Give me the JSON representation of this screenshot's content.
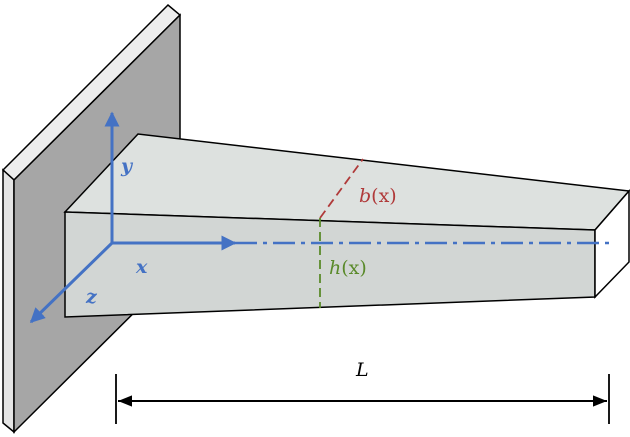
{
  "labels": {
    "y_axis": "y",
    "x_axis": "x",
    "z_axis": "z",
    "width_var": "b",
    "width_arg": "(x)",
    "height_var": "h",
    "height_arg": "(x)",
    "length": "L"
  },
  "colors": {
    "axes": "#4472C4",
    "width_marker": "#B03A3A",
    "height_marker": "#5A8A2A",
    "beam_face": "#D7DBD9",
    "wall_face": "#A6A6A6",
    "outline": "#000000"
  }
}
